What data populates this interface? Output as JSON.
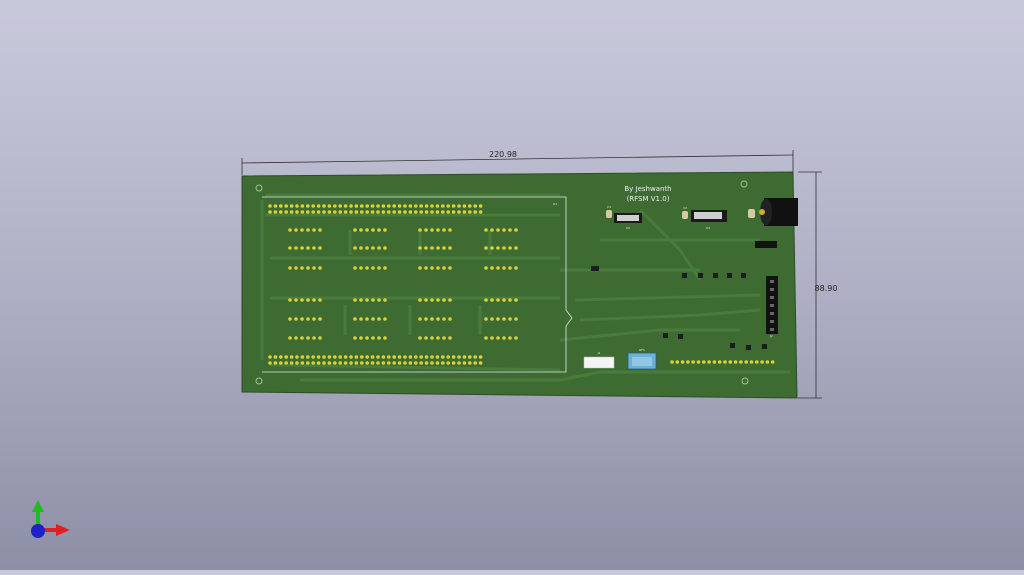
{
  "viewer": {
    "background_top": "#c9c9dc",
    "background_bottom": "#8d8fa6"
  },
  "dimensions": {
    "width_label": "220.98",
    "height_label": "88.90"
  },
  "board": {
    "title": "By Jeshwanth",
    "version": "(RFSM V1.0)",
    "color": "#3d6b32",
    "silk_color": "#f0f0f0",
    "pad_color": "#d9d23a"
  },
  "refs": {
    "u1": "U1",
    "j1": "J1",
    "j2": "J2",
    "rf1": "RF1",
    "u2": "U2",
    "u3": "U3",
    "c1": "C1",
    "c2": "C2"
  },
  "axes": {
    "y_color": "#22b922",
    "x_color": "#e02020",
    "z_color": "#2020c8",
    "y_icon": "axis-y-arrow",
    "x_icon": "axis-x-arrow",
    "z_icon": "axis-z-sphere"
  }
}
